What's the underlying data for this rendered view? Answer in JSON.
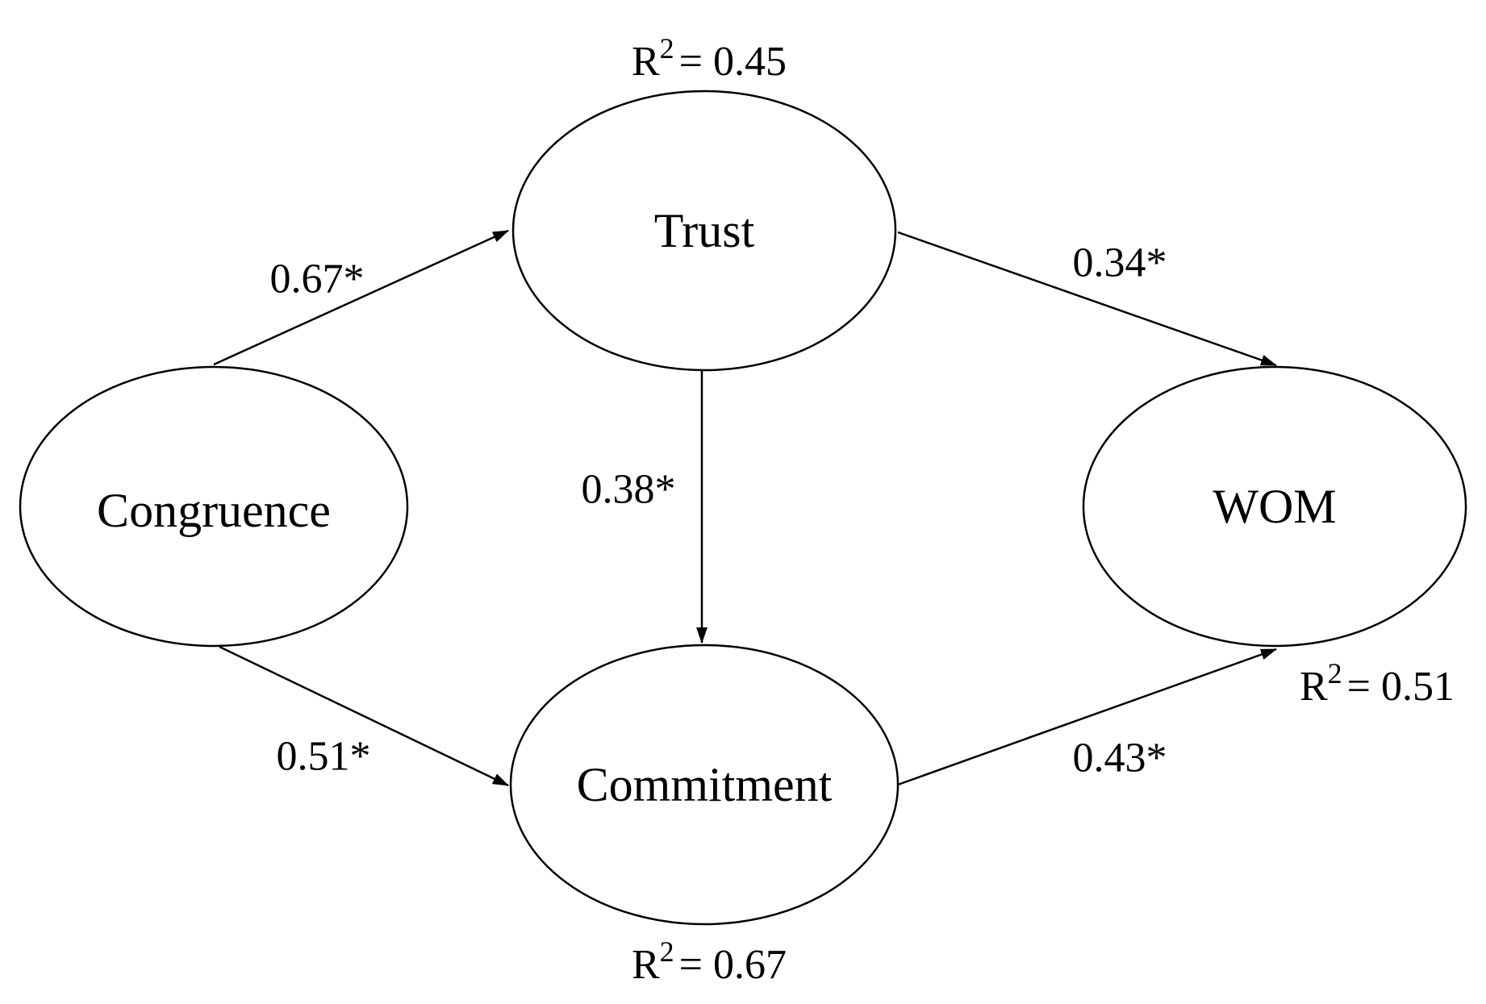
{
  "nodes": {
    "trust": {
      "label": "Trust"
    },
    "congruence": {
      "label": "Congruence"
    },
    "commitment": {
      "label": "Commitment"
    },
    "wom": {
      "label": "WOM"
    }
  },
  "paths": {
    "congruence_trust": "0.67*",
    "trust_wom": "0.34*",
    "trust_commitment": "0.38*",
    "congruence_commitment": "0.51*",
    "commitment_wom": "0.43*"
  },
  "r_squared": {
    "symbol": "R",
    "exponent": "2",
    "trust": "= 0.45",
    "commitment": "= 0.67",
    "wom": "= 0.51"
  }
}
